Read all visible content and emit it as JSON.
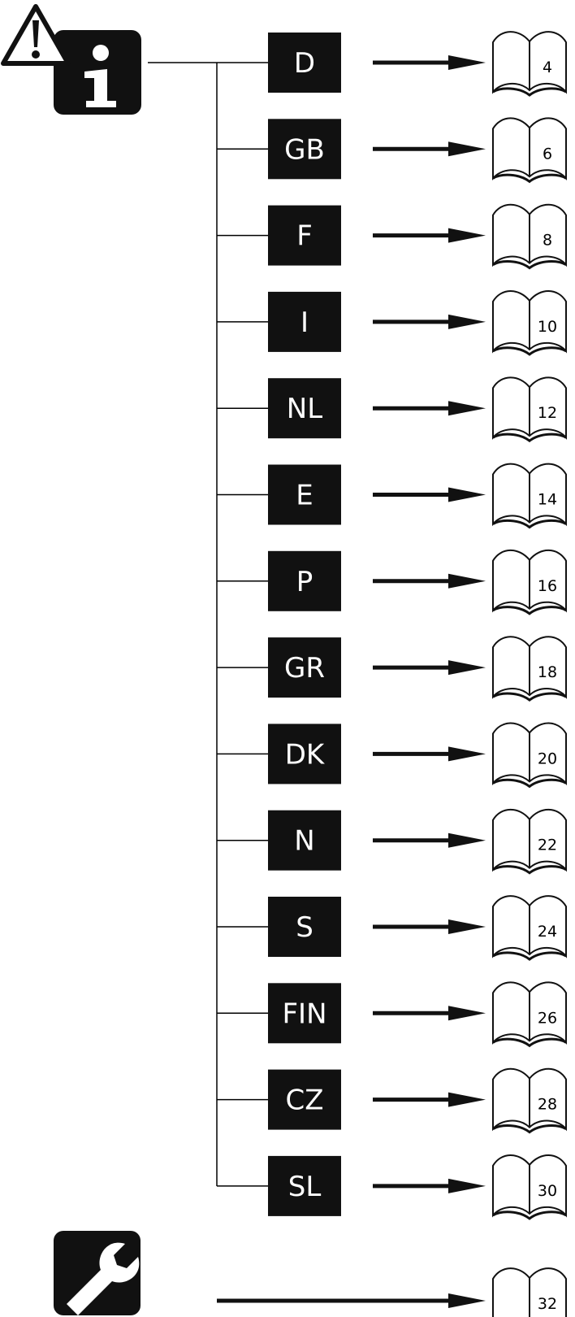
{
  "languages": [
    {
      "code": "D",
      "page": "4"
    },
    {
      "code": "GB",
      "page": "6"
    },
    {
      "code": "F",
      "page": "8"
    },
    {
      "code": "I",
      "page": "10"
    },
    {
      "code": "NL",
      "page": "12"
    },
    {
      "code": "E",
      "page": "14"
    },
    {
      "code": "P",
      "page": "16"
    },
    {
      "code": "GR",
      "page": "18"
    },
    {
      "code": "DK",
      "page": "20"
    },
    {
      "code": "N",
      "page": "22"
    },
    {
      "code": "S",
      "page": "24"
    },
    {
      "code": "FIN",
      "page": "26"
    },
    {
      "code": "CZ",
      "page": "28"
    },
    {
      "code": "SL",
      "page": "30"
    }
  ],
  "service": {
    "page": "32",
    "icon": "wrench-icon"
  },
  "header_icons": [
    "warning-triangle-icon",
    "info-icon"
  ],
  "colors": {
    "box": "#111111",
    "line": "#000000",
    "background": "#ffffff"
  }
}
